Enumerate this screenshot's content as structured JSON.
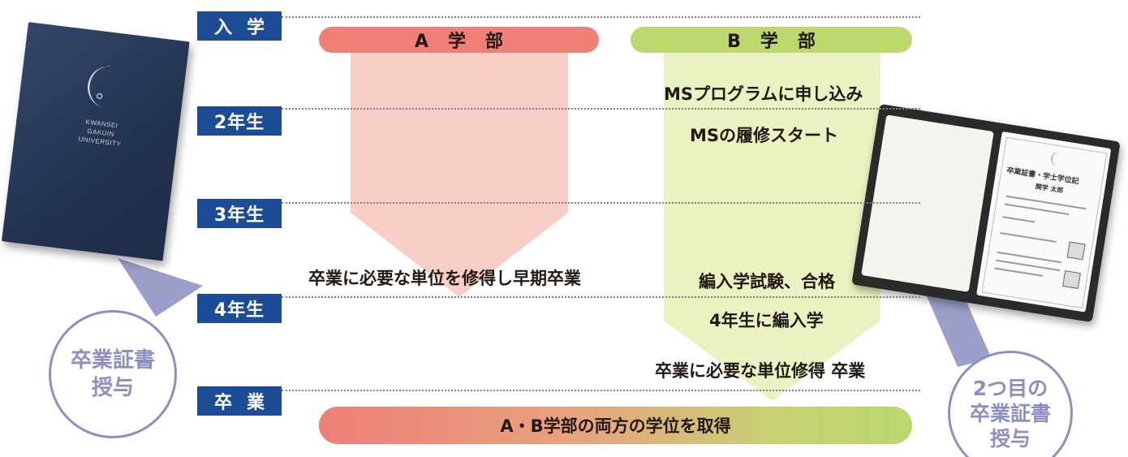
{
  "years": {
    "enroll": "入学",
    "year2": "2年生",
    "year3": "3年生",
    "year4": "4年生",
    "graduate": "卒業"
  },
  "faculties": {
    "a": "A学部",
    "b": "B学部"
  },
  "track_a": {
    "graduate_early": "卒業に必要な単位を修得し早期卒業"
  },
  "track_b": {
    "apply": "MSプログラムに申し込み",
    "start": "MSの履修スタート",
    "exam": "編入学試験、合格",
    "transfer": "4年生に編入学",
    "graduate": "卒業に必要な単位修得 卒業"
  },
  "bottom_bar": "A・B学部の両方の学位を取得",
  "callouts": {
    "first_line1": "卒業証書",
    "first_line2": "授与",
    "second_line1": "2つ目の",
    "second_line2": "卒業証書",
    "second_line3": "授与"
  },
  "book_cover": {
    "line1": "KWANSEI",
    "line2": "GAKUIN",
    "line3": "UNIVERSITY"
  },
  "certificate": {
    "heading": "卒業証書・学士学位記",
    "name": "関学 太郎"
  },
  "colors": {
    "year_label_bg": "#1d4c96",
    "faculty_a": "#f08077",
    "faculty_b": "#bdd96e",
    "arrow_a": "#f8cec6",
    "arrow_b": "#e9f2c0",
    "callout_border": "#8c90c0"
  }
}
